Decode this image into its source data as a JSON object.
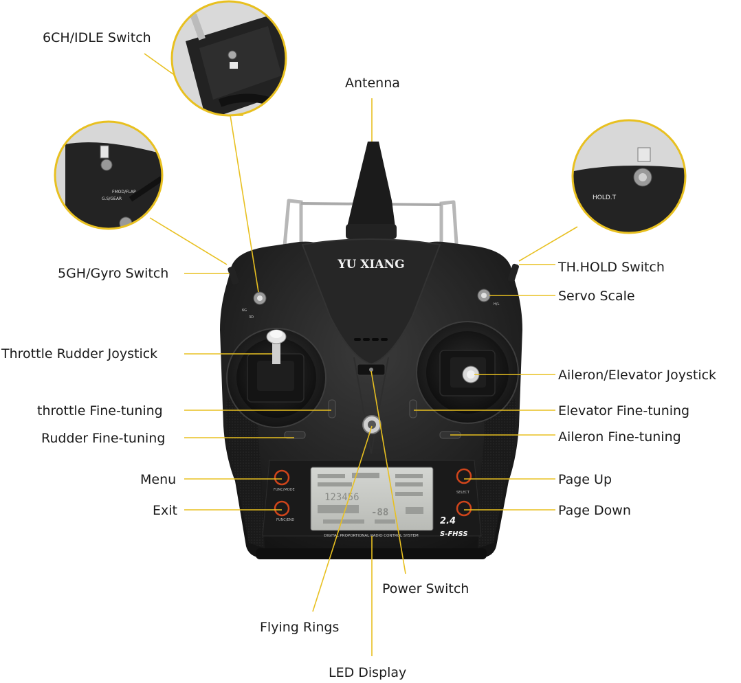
{
  "brand": {
    "name": "YU XIANG",
    "panel_caption": "DIGITAL PROPORTIONAL RADIO CONTROL SYSTEM",
    "badge_band": "2.4",
    "badge_system": "S-FHSS"
  },
  "switch_marks": {
    "fmod_flap": "FMOD/FLAP",
    "gs_gear": "G.S/GEAR",
    "hold_t": "HOLD.T",
    "six_g": "6G",
    "three_d": "3D",
    "h_l": "H/L"
  },
  "lcd": {
    "row1": "123456",
    "row2": "-88"
  },
  "button_captions": {
    "func_mode": "FUNC/MODE",
    "func_end": "FUNC/END",
    "select": "SELECT"
  },
  "colors": {
    "leader_line": "#e8c020",
    "body": "#1d1d1d",
    "lcd": "#c8cac6"
  },
  "callouts": {
    "ch6_idle_switch": "6CH/IDLE Switch",
    "antenna": "Antenna",
    "gyro_switch": "5GH/Gyro Switch",
    "th_hold_switch": "TH.HOLD Switch",
    "servo_scale": "Servo Scale",
    "throttle_rudder_joystick": "Throttle Rudder Joystick",
    "aileron_elevator_joystick": "Aileron/Elevator Joystick",
    "throttle_fine_tuning": "throttle Fine-tuning",
    "elevator_fine_tuning": "Elevator Fine-tuning",
    "rudder_fine_tuning": "Rudder Fine-tuning",
    "aileron_fine_tuning": "Aileron Fine-tuning",
    "menu": "Menu",
    "page_up": "Page Up",
    "exit": "Exit",
    "page_down": "Page Down",
    "power_switch": "Power Switch",
    "flying_rings": "Flying Rings",
    "led_display": "LED Display"
  }
}
